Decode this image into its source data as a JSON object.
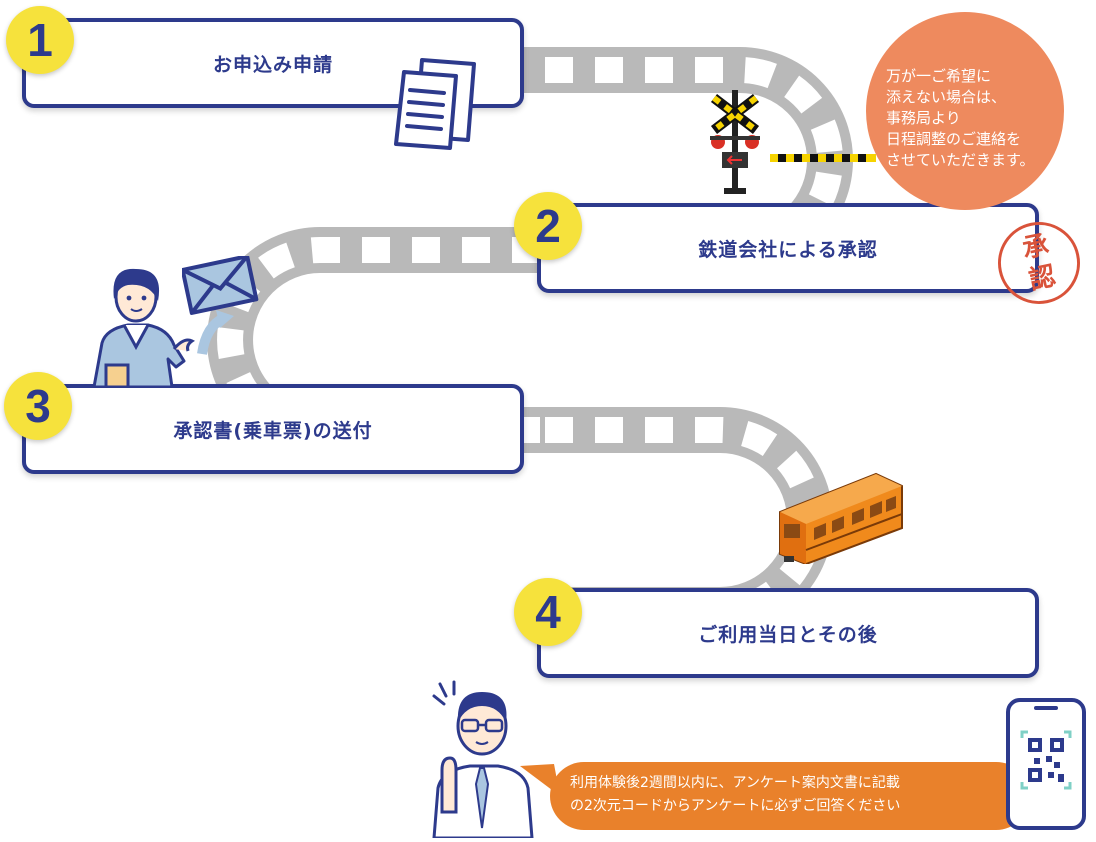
{
  "steps": [
    {
      "number": "1",
      "label": "お申込み申請"
    },
    {
      "number": "2",
      "label": "鉄道会社による承認"
    },
    {
      "number": "3",
      "label": "承認書(乗車票)の送付"
    },
    {
      "number": "4",
      "label": "ご利用当日とその後"
    }
  ],
  "notice": "万が一ご希望に\n添えない場合は、\n事務局より\n日程調整のご連絡を\nさせていただきます。",
  "stamp_text": "承認",
  "speech": "利用体験後2週間以内に、アンケート案内文書に記載\nの2次元コードからアンケートに必ずご回答ください",
  "colors": {
    "navy": "#2d3a8c",
    "yellow": "#f6e23c",
    "orange": "#e9812b",
    "salmon": "#ee8a5e",
    "track": "#b9b9b9"
  },
  "icons": [
    "document-icon",
    "railroad-crossing-icon",
    "approval-stamp-icon",
    "woman-icon",
    "envelope-icon",
    "train-icon",
    "man-icon",
    "smartphone-qr-icon"
  ]
}
